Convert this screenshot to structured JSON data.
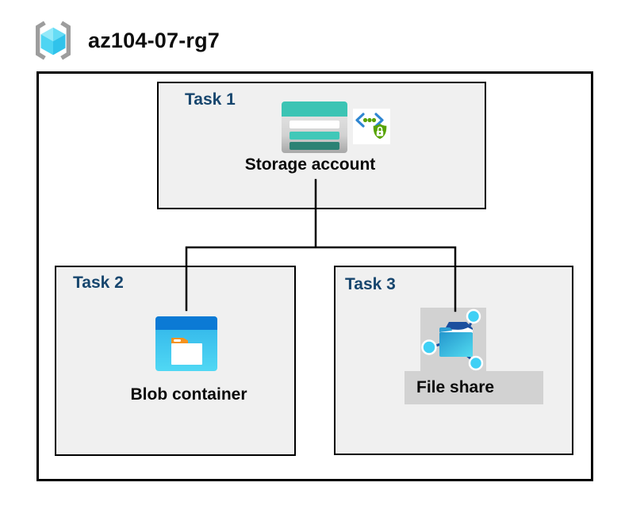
{
  "header": {
    "resource_group_name": "az104-07-rg7",
    "icon": "resource-group-icon"
  },
  "tasks": [
    {
      "label": "Task 1",
      "item": "Storage account",
      "icons": [
        "storage-account-icon",
        "sas-security-icon"
      ]
    },
    {
      "label": "Task 2",
      "item": "Blob container",
      "icons": [
        "blob-container-icon"
      ]
    },
    {
      "label": "Task 3",
      "item": "File share",
      "icons": [
        "file-share-icon"
      ],
      "selected": true
    }
  ],
  "connections": [
    {
      "from": "Storage account",
      "to": "Blob container"
    },
    {
      "from": "Storage account",
      "to": "File share"
    }
  ],
  "colors": {
    "task_label_navy": "#17466e",
    "box_fill": "#f0f0f0",
    "box_border": "#000000",
    "item_label": "#0a0a0a",
    "selection_gray": "#d2d2d2",
    "azure_blue": "#0b7ad5",
    "storage_teal": "#3ec6b5",
    "storage_dark_teal": "#2c8274",
    "cyan_node": "#3fd0f5",
    "folder_navy": "#1c4f9e",
    "shield_green": "#57a300",
    "bracket_gray": "#9d9d9d",
    "tab_orange": "#f5921e"
  }
}
